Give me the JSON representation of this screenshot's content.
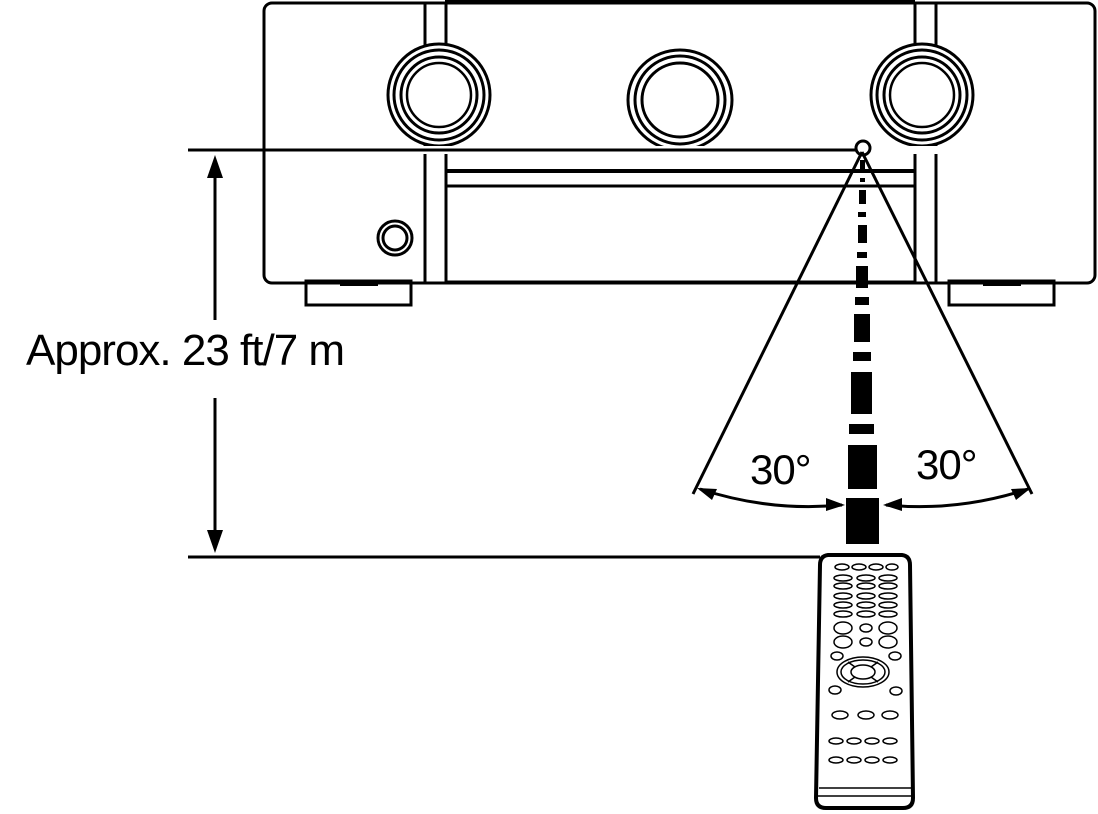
{
  "diagram": {
    "distance_label": "Approx. 23 ft/7 m",
    "angle_left_label": "30°",
    "angle_right_label": "30°"
  },
  "colors": {
    "line": "#000000",
    "background": "#ffffff"
  }
}
